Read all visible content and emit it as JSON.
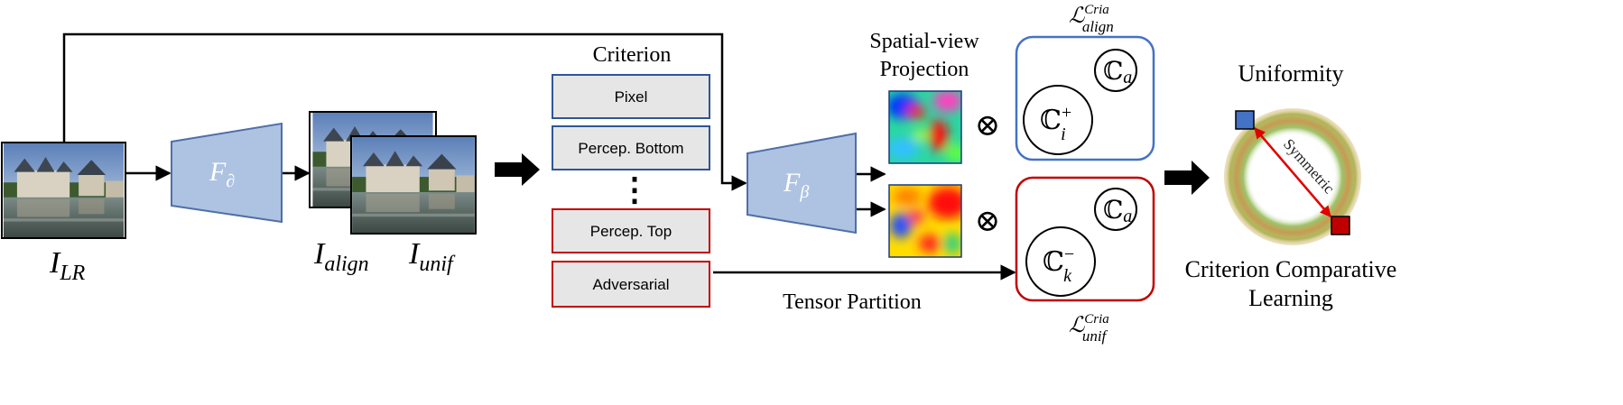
{
  "input": {
    "label_main": "I",
    "label_sub": "LR"
  },
  "generator": {
    "label_main": "F",
    "label_sub": "∂"
  },
  "outputs": {
    "align": {
      "label_main": "I",
      "label_sub": "align"
    },
    "unif": {
      "label_main": "I",
      "label_sub": "unif"
    }
  },
  "criterion": {
    "title": "Criterion",
    "items": [
      "Pixel",
      "Percep. Bottom",
      "Percep. Top",
      "Adversarial"
    ],
    "ellipsis": "⋮",
    "colors": {
      "positive": "#2f5597",
      "negative": "#c00000",
      "fill": "#e6e6e6"
    }
  },
  "projector": {
    "label_main": "F",
    "label_sub": "β"
  },
  "projection": {
    "title_line1": "Spatial-view",
    "title_line2": "Projection"
  },
  "operators": {
    "symbol": "⊗"
  },
  "align_box": {
    "loss_main": "ℒ",
    "loss_sup": "Cria",
    "loss_sub": "align",
    "anchor_main": "ℂ",
    "anchor_sub": "a",
    "sample_main": "ℂ",
    "sample_sup": "+",
    "sample_sub": "i",
    "color": "#4472c4"
  },
  "unif_box": {
    "loss_main": "ℒ",
    "loss_sup": "Cria",
    "loss_sub": "unif",
    "anchor_main": "ℂ",
    "anchor_sub": "a",
    "sample_main": "ℂ",
    "sample_sup": "−",
    "sample_sub": "k",
    "color": "#c00000"
  },
  "tensor_partition": {
    "label": "Tensor Partition"
  },
  "uniformity": {
    "title": "Uniformity",
    "arrow_label": "Symmetric"
  },
  "caption": {
    "line1": "Criterion Comparative",
    "line2": "Learning"
  },
  "colors": {
    "block_fill": "#aec3e2",
    "block_stroke": "#4f6fa8",
    "ring": "#c8a040",
    "arrow": "#e00000"
  }
}
